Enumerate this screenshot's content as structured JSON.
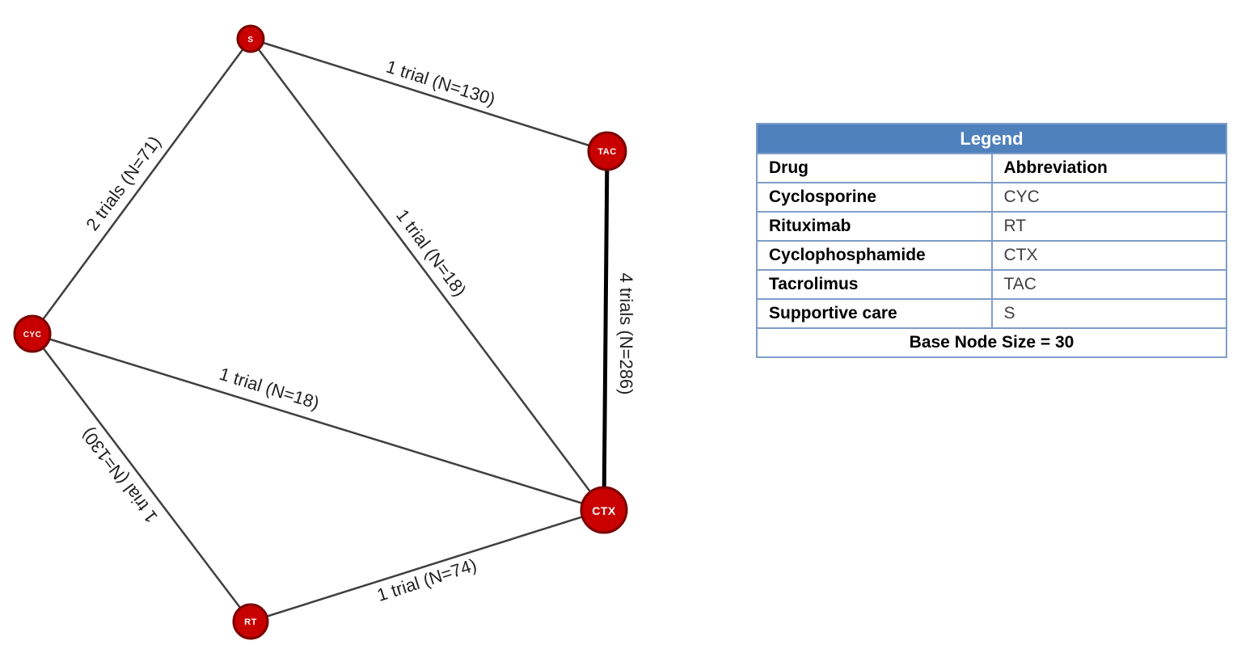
{
  "diagram": {
    "nodes": [
      {
        "id": "s",
        "label": "S"
      },
      {
        "id": "tac",
        "label": "TAC"
      },
      {
        "id": "cyc",
        "label": "CYC"
      },
      {
        "id": "ctx",
        "label": "CTX"
      },
      {
        "id": "rt",
        "label": "RT"
      }
    ],
    "edges": [
      {
        "id": "s-tac",
        "from": "S",
        "to": "TAC",
        "label": "1 trial (N=130)",
        "trials": 1,
        "n": 130
      },
      {
        "id": "s-cyc",
        "from": "S",
        "to": "CYC",
        "label": "2 trials (N=71)",
        "trials": 2,
        "n": 71
      },
      {
        "id": "s-ctx",
        "from": "S",
        "to": "CTX",
        "label": "1 trial (N=18)",
        "trials": 1,
        "n": 18
      },
      {
        "id": "tac-ctx",
        "from": "TAC",
        "to": "CTX",
        "label": "4 trials (N=286)",
        "trials": 4,
        "n": 286
      },
      {
        "id": "cyc-ctx",
        "from": "CYC",
        "to": "CTX",
        "label": "1 trial (N=18)",
        "trials": 1,
        "n": 18
      },
      {
        "id": "cyc-rt",
        "from": "CYC",
        "to": "RT",
        "label": "1 trial (N=130)",
        "trials": 1,
        "n": 130
      },
      {
        "id": "rt-ctx",
        "from": "RT",
        "to": "CTX",
        "label": "1 trial (N=74)",
        "trials": 1,
        "n": 74
      }
    ],
    "colors": {
      "node_fill": "#c80000",
      "node_stroke": "#7a0000",
      "edge": "#3f3f3f",
      "edge_thick": "#000000"
    }
  },
  "legend": {
    "title": "Legend",
    "columns": {
      "drug": "Drug",
      "abbreviation": "Abbreviation"
    },
    "rows": [
      {
        "drug": "Cyclosporine",
        "abbr": "CYC"
      },
      {
        "drug": "Rituximab",
        "abbr": "RT"
      },
      {
        "drug": "Cyclophosphamide",
        "abbr": "CTX"
      },
      {
        "drug": "Tacrolimus",
        "abbr": "TAC"
      },
      {
        "drug": "Supportive care",
        "abbr": "S"
      }
    ],
    "footer": "Base Node Size = 30",
    "colors": {
      "header_bg": "#4f81bd",
      "border": "#7f9dc9"
    }
  }
}
